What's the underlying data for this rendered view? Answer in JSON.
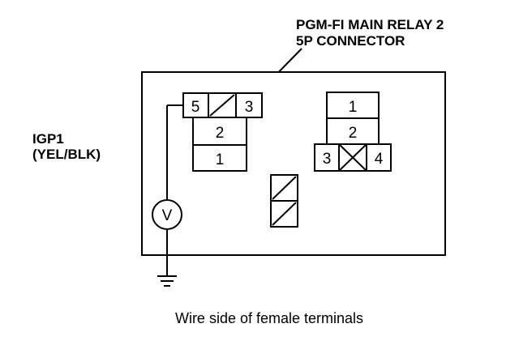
{
  "connector_title": {
    "line1": "PGM-FI MAIN RELAY 2",
    "line2": "5P CONNECTOR"
  },
  "wire_label": {
    "line1": "IGP1",
    "line2": "(YEL/BLK)"
  },
  "left_cavity": {
    "top_left": "5",
    "top_right": "3",
    "middle": "2",
    "bottom": "1"
  },
  "right_cavity": {
    "top": "1",
    "middle": "2",
    "bottom_left": "3",
    "bottom_right": "4"
  },
  "meter_symbol": "V",
  "caption": "Wire side of female terminals"
}
